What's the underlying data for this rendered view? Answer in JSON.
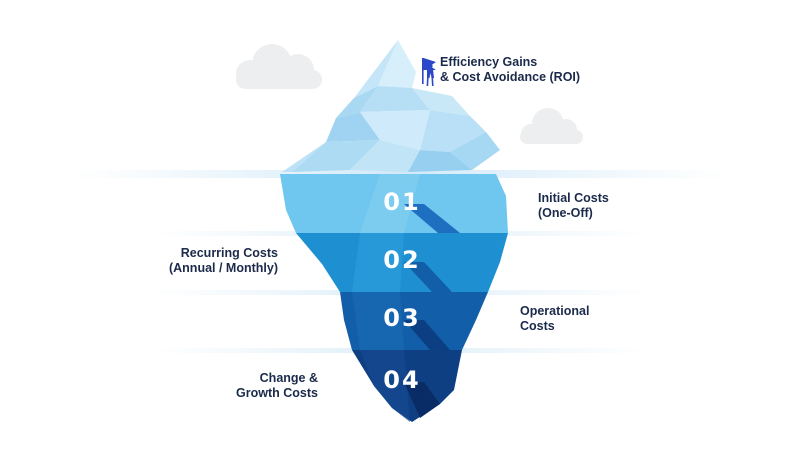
{
  "labels": {
    "roi": "Efficiency Gains\n& Cost Avoidance (ROI)",
    "initial": "Initial Costs\n(One-Off)",
    "recurring": "Recurring Costs\n(Annual / Monthly)",
    "operational": "Operational\nCosts",
    "change": "Change &\nGrowth Costs"
  },
  "layers": [
    {
      "number": "01",
      "color": "#6fc6ee"
    },
    {
      "number": "02",
      "color": "#1e90d2"
    },
    {
      "number": "03",
      "color": "#135ea8"
    },
    {
      "number": "04",
      "color": "#0f3f83"
    }
  ],
  "colors": {
    "text": "#1b2a4a",
    "ice_top": "#bfe3f7",
    "cloud": "#eceef0",
    "flag_person": "#2a48c8"
  }
}
